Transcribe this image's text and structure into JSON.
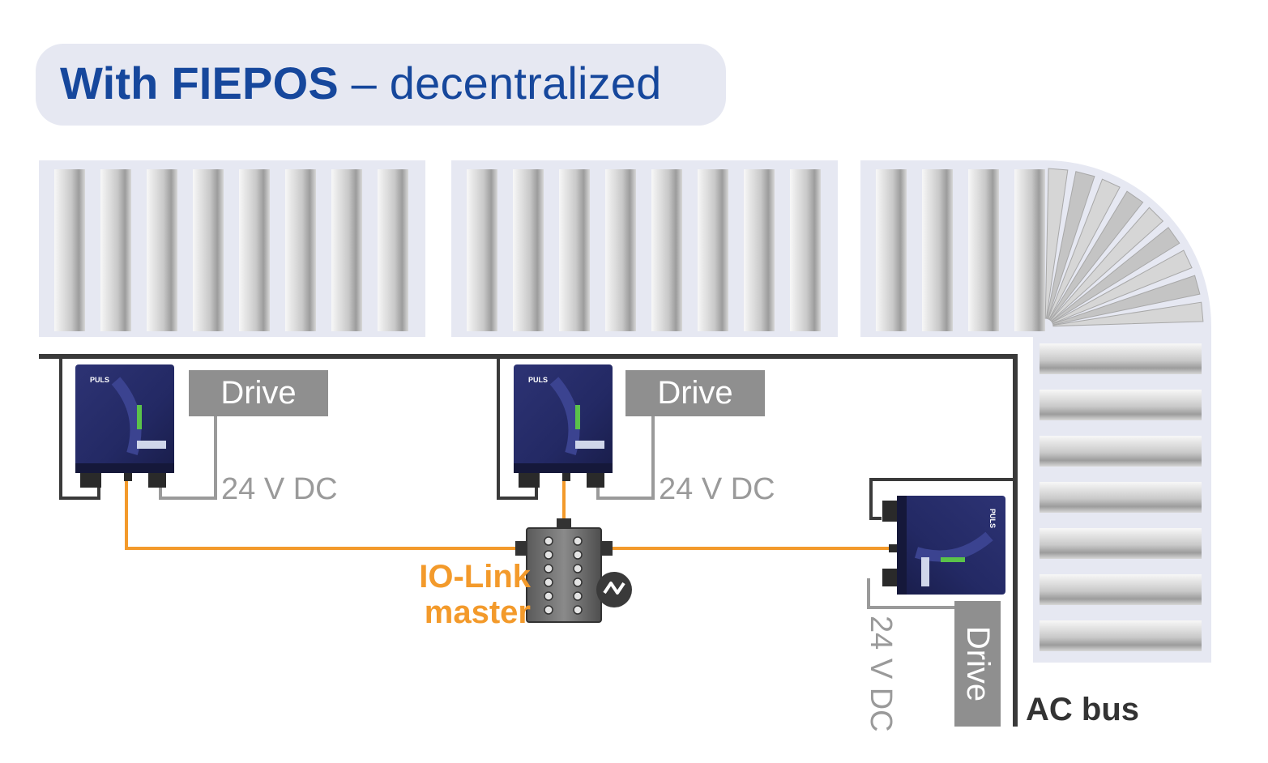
{
  "title": {
    "bold": "With FIEPOS",
    "dash": " – ",
    "light": "decentralized"
  },
  "drives": [
    {
      "label": "Drive"
    },
    {
      "label": "Drive"
    },
    {
      "label": "Drive"
    }
  ],
  "power_labels": [
    {
      "text": "24 V DC"
    },
    {
      "text": "24 V DC"
    },
    {
      "text": "24 V DC"
    }
  ],
  "iolink": {
    "line1": "IO-Link",
    "line2": "master"
  },
  "bus_label": "AC bus",
  "device_brand": "PULS",
  "colors": {
    "title": "#16479c",
    "title_bg": "#e6e8f2",
    "iolink": "#f39a2b",
    "bus_line": "#3a3a3a",
    "drive_box": "#8f8f8f",
    "device_body": "#2a2f6e",
    "conveyor_frame": "#e6e8f2"
  },
  "icons": [
    "iolink-symbol-icon",
    "puls-logo"
  ]
}
